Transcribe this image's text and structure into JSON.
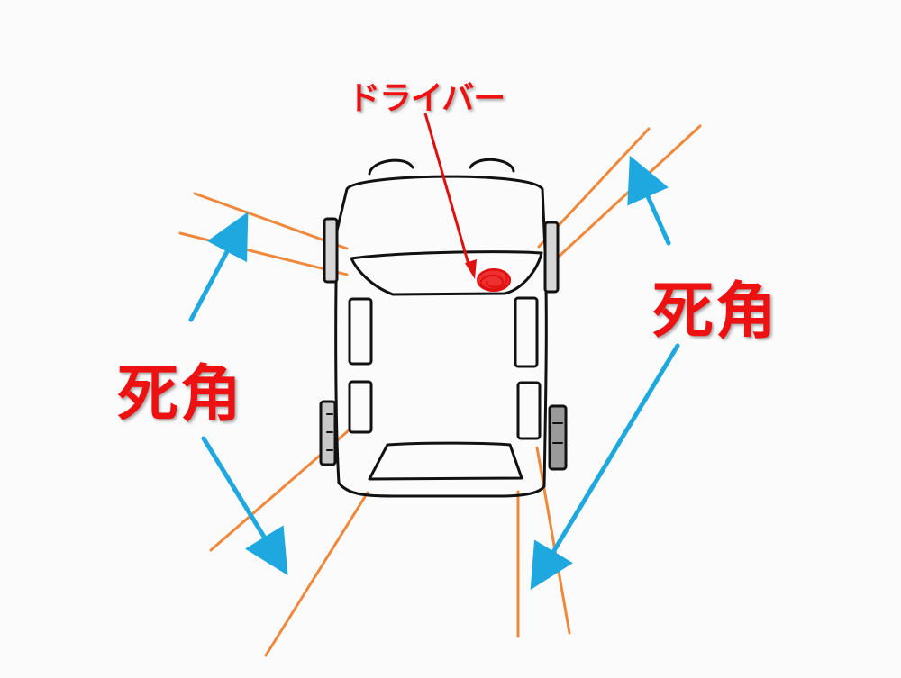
{
  "labels": {
    "driver": "ドライバー",
    "blind_spot_left": "死角",
    "blind_spot_right": "死角"
  },
  "colors": {
    "label_text": "#ee1111",
    "sight_line": "#f0883c",
    "arrow": "#1fa8e0",
    "car_outline": "#111111",
    "driver_mark": "#e01010"
  }
}
